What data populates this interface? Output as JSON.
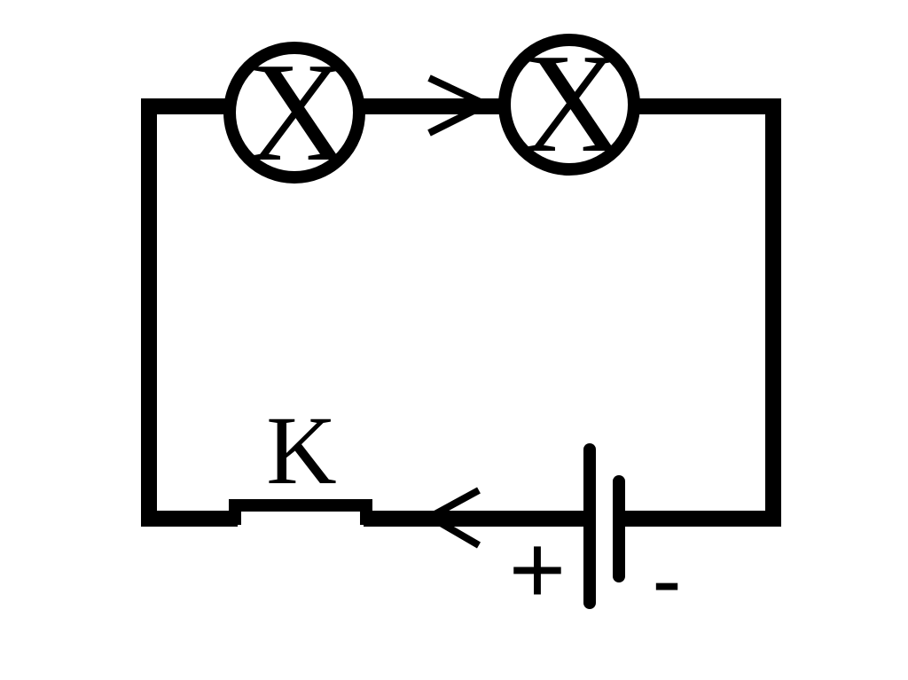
{
  "lamps": [
    {
      "symbol": "X"
    },
    {
      "symbol": "X"
    }
  ],
  "switch": {
    "label": "K"
  },
  "battery": {
    "positive": "+",
    "negative": "-"
  }
}
